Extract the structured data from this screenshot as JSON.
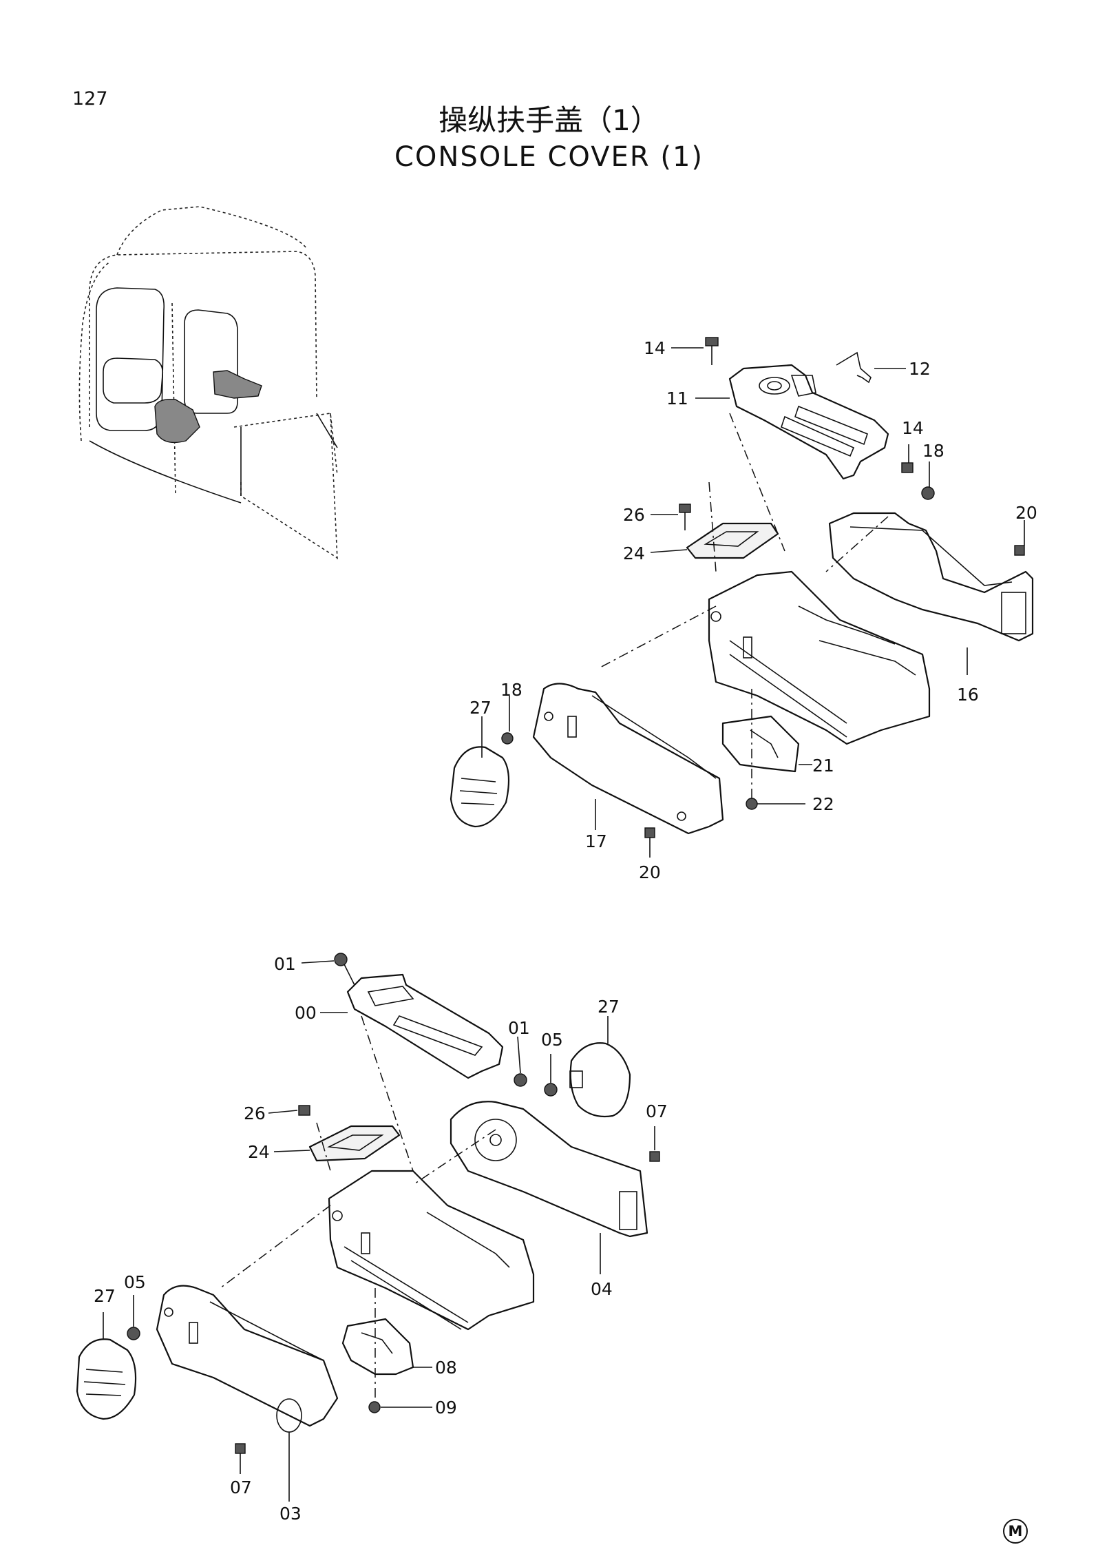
{
  "page_number": "127",
  "title_cn": "操纵扶手盖（1）",
  "title_en": "CONSOLE  COVER (1)",
  "upper_callouts": [
    "14",
    "12",
    "11",
    "14",
    "18",
    "26",
    "24",
    "20",
    "16",
    "18",
    "27",
    "21",
    "22",
    "17",
    "20"
  ],
  "lower_callouts": [
    "01",
    "00",
    "01",
    "05",
    "27",
    "26",
    "24",
    "07",
    "04",
    "05",
    "27",
    "08",
    "09",
    "07",
    "03"
  ],
  "corner_mark": "M"
}
